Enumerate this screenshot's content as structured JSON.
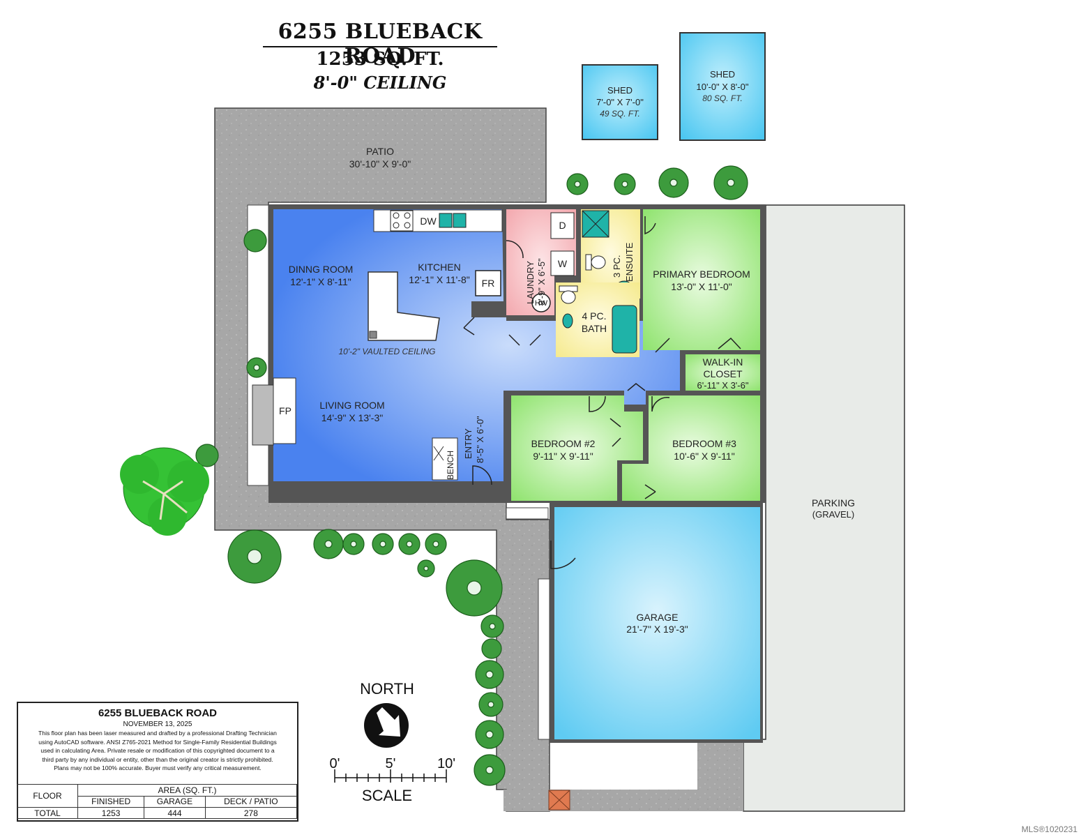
{
  "header": {
    "address": "6255 BLUEBACK ROAD",
    "area": "1253 SQ. FT.",
    "ceiling": "8'-0\" CEILING"
  },
  "rooms": {
    "shed1": {
      "name": "SHED",
      "dims": "7'-0\" X 7'-0\"",
      "area": "49 SQ. FT."
    },
    "shed2": {
      "name": "SHED",
      "dims": "10'-0\" X 8'-0\"",
      "area": "80 SQ. FT."
    },
    "patio": {
      "name": "PATIO",
      "dims": "30'-10\" X 9'-0\""
    },
    "dining": {
      "name": "DINNG ROOM",
      "dims": "12'-1\" X 8'-11\""
    },
    "kitchen": {
      "name": "KITCHEN",
      "dims": "12'-1\" X 11'-8\""
    },
    "laundry": {
      "name": "LAUNDRY",
      "dims": "9'-9\" X 6'-5\""
    },
    "ensuite": {
      "name": "3 PC.",
      "name2": "ENSUITE"
    },
    "primary": {
      "name": "PRIMARY BEDROOM",
      "dims": "13'-0\" X 11'-0\""
    },
    "bath": {
      "name": "4 PC.",
      "name2": "BATH"
    },
    "vaulted": "10'-2\" VAULTED CEILING",
    "walkin": {
      "name": "WALK-IN",
      "name2": "CLOSET",
      "dims": "6'-11\" X 3'-6\""
    },
    "living": {
      "name": "LIVING ROOM",
      "dims": "14'-9\" X 13'-3\""
    },
    "entry": {
      "name": "ENTRY",
      "dims": "8'-5\" X 6'-0\""
    },
    "bed2": {
      "name": "BEDROOM #2",
      "dims": "9'-11\" X 9'-11\""
    },
    "bed3": {
      "name": "BEDROOM #3",
      "dims": "10'-6\" X 9'-11\""
    },
    "parking": {
      "name": "PARKING",
      "sub": "(GRAVEL)"
    },
    "garage": {
      "name": "GARAGE",
      "dims": "21'-7\" X 19'-3\""
    }
  },
  "fixtures": {
    "dw": "DW",
    "fr": "FR",
    "hw": "HW",
    "dryer": "D",
    "washer": "W",
    "fp": "FP",
    "bench": "BENCH"
  },
  "compass": {
    "label": "NORTH"
  },
  "scale": {
    "t0": "0'",
    "t5": "5'",
    "t10": "10'",
    "label": "SCALE"
  },
  "info_box": {
    "title": "6255 BLUEBACK ROAD",
    "date": "NOVEMBER 13, 2025",
    "lines": [
      "This floor plan has been laser measured and drafted by a professional Drafting Technician",
      "using AutoCAD software. ANSI Z765-2021 Method for Single-Family Residential Buildings",
      "used in calculating Area. Private resale or modification of this copyrighted document to a",
      "third party by any individual or entity, other than the original creator is strictly prohibited.",
      "Plans may not be 100% accurate.  Buyer must verify any critical measurement."
    ],
    "table": {
      "floor_header": "FLOOR",
      "area_header": "AREA (SQ. FT.)",
      "cols": [
        "FINISHED",
        "GARAGE",
        "DECK / PATIO"
      ],
      "row_label": "TOTAL",
      "values": [
        "1253",
        "444",
        "278"
      ]
    }
  },
  "mls": "MLS®1020231",
  "colors": {
    "patio": "#a9a9a9",
    "parking": "#e6e8e6",
    "living": "#5b8ff0",
    "laundry": "#f5b3b8",
    "bath": "#f8f0a0",
    "bedroom": "#9fe882",
    "garage": "#6fd0f3",
    "shed": "#5cd0f5",
    "wall": "#555555"
  }
}
